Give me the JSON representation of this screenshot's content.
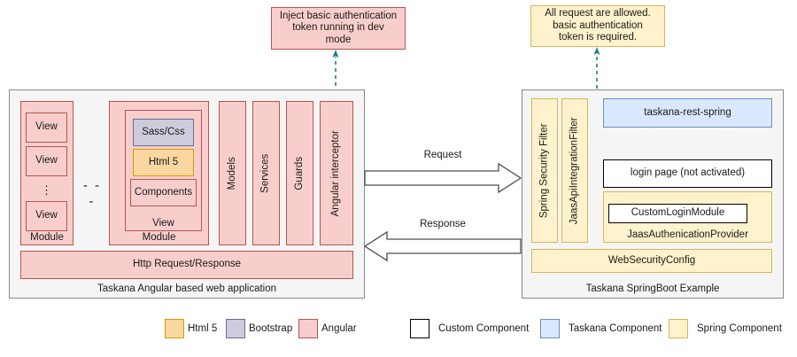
{
  "notes": {
    "angular_note": "Inject basic authentication\ntoken running in dev\nmode",
    "spring_note": "All request are allowed.\nbasic authentication\ntoken is required."
  },
  "left_panel": {
    "caption": "Taskana Angular based web application",
    "module_a": {
      "label": "Module",
      "views": [
        "View",
        "View",
        "View"
      ],
      "ellipsis": "⋮"
    },
    "between_modules": "- - -",
    "module_b": {
      "label": "Module",
      "view_label": "View",
      "items": [
        {
          "label": "Sass/Css",
          "kind": "bootstrap"
        },
        {
          "label": "Html 5",
          "kind": "html5"
        },
        {
          "label": "Components",
          "kind": "angular"
        }
      ]
    },
    "columns": [
      "Models",
      "Services",
      "Guards",
      "Angular interceptor"
    ],
    "http_bar": "Http Request/Response"
  },
  "middle": {
    "request_label": "Request",
    "response_label": "Response"
  },
  "right_panel": {
    "caption": "Taskana SpringBoot Example",
    "filters": [
      "Spring Security Filter",
      "JaasApiIntegrationFilter"
    ],
    "rest_box": "taskana-rest-spring",
    "login_page": "login page\n(not activated)",
    "auth_provider": {
      "inner_label": "CustomLoginModule",
      "label": "JaasAuthenicationProvider"
    },
    "web_security_config": "WebSecurityConfig"
  },
  "legend": {
    "left": [
      {
        "label": "Html 5",
        "fill": "#fad7a0",
        "stroke": "#d79b00"
      },
      {
        "label": "Bootstrap",
        "fill": "#ccccdd",
        "stroke": "#6c6c99"
      },
      {
        "label": "Angular",
        "fill": "#f8cecc",
        "stroke": "#b85450"
      }
    ],
    "right": [
      {
        "label": "Custom Component",
        "fill": "#ffffff",
        "stroke": "#000000"
      },
      {
        "label": "Taskana Component",
        "fill": "#dae8fc",
        "stroke": "#6c8ebf"
      },
      {
        "label": "Spring Component",
        "fill": "#fff2cc",
        "stroke": "#d6b656"
      }
    ]
  },
  "colors": {
    "angular_fill": "#f8cecc",
    "angular_stroke": "#b85450",
    "bootstrap_fill": "#ccccdd",
    "bootstrap_stroke": "#6c6c99",
    "html5_fill": "#fad7a0",
    "html5_stroke": "#d79b00",
    "spring_fill": "#fff2cc",
    "spring_stroke": "#d6b656",
    "taskana_fill": "#dae8fc",
    "taskana_stroke": "#6c8ebf",
    "panel_fill": "#f5f5f5",
    "panel_stroke": "#8a8a8a",
    "dashed_connector": "#1f7a8c"
  }
}
